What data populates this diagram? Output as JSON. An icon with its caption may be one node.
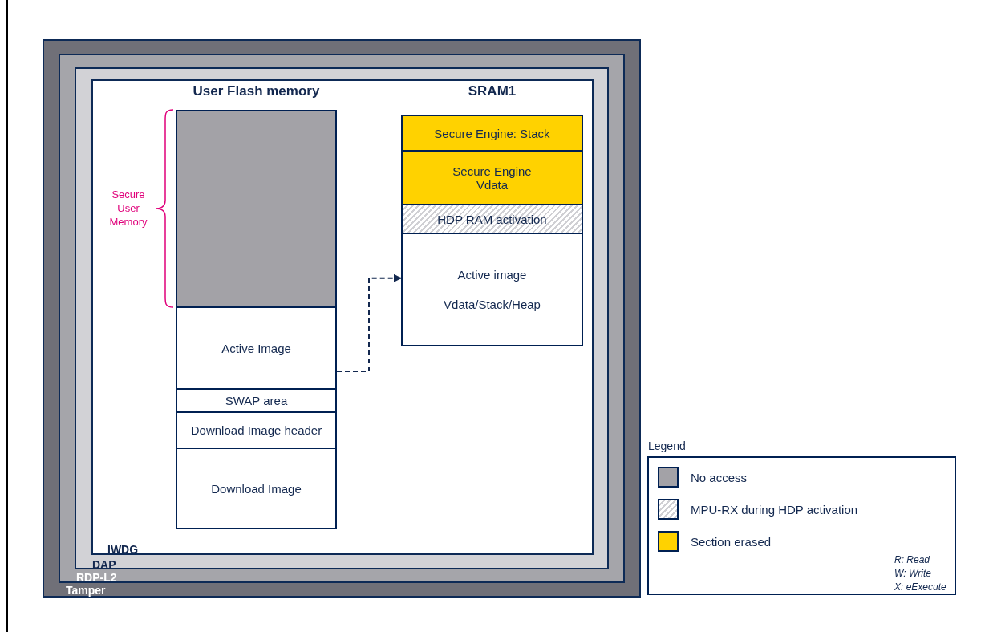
{
  "diagram": {
    "nodes": [
      {
        "text": [
          "Tamper"
        ]
      },
      {
        "text": [
          "RDP-L2"
        ],
        "in": 0
      },
      {
        "text": [
          "DAP"
        ],
        "in": 1
      },
      {
        "text": [
          "IWDG"
        ],
        "in": 2
      },
      {
        "text": [
          "User Flash memory"
        ],
        "in": 3
      },
      {
        "text": [],
        "shape": "box",
        "in": 4
      },
      {
        "text": [
          "Active Image"
        ],
        "in": 4
      },
      {
        "text": [
          "SWAP area"
        ],
        "in": 4
      },
      {
        "text": [
          "Download Image header"
        ],
        "in": 4
      },
      {
        "text": [
          "Download Image"
        ],
        "in": 4
      },
      {
        "text": [
          "SRAM1"
        ],
        "in": 3
      },
      {
        "text": [
          "Secure Engine: Stack"
        ],
        "in": 10
      },
      {
        "text": [
          "Secure Engine Vdata"
        ],
        "in": 10
      },
      {
        "text": [
          "HDP RAM activation"
        ],
        "in": 10
      },
      {
        "text": [
          "Active image",
          "Vdata/Stack/Heap"
        ],
        "in": 10
      }
    ],
    "edges": [
      {
        "from": 6,
        "to": 14,
        "arrow": "to",
        "style": "dashed"
      }
    ],
    "labels": [
      "Secure User Memory",
      "Legend",
      "R: Read",
      "W: Write",
      "X: eExecute"
    ],
    "legend": [
      {
        "text": "No access",
        "color": "#a3a2a7"
      },
      {
        "text": "MPU-RX during HDP activation"
      },
      {
        "text": "Section erased",
        "color": "#ffd200"
      }
    ]
  }
}
